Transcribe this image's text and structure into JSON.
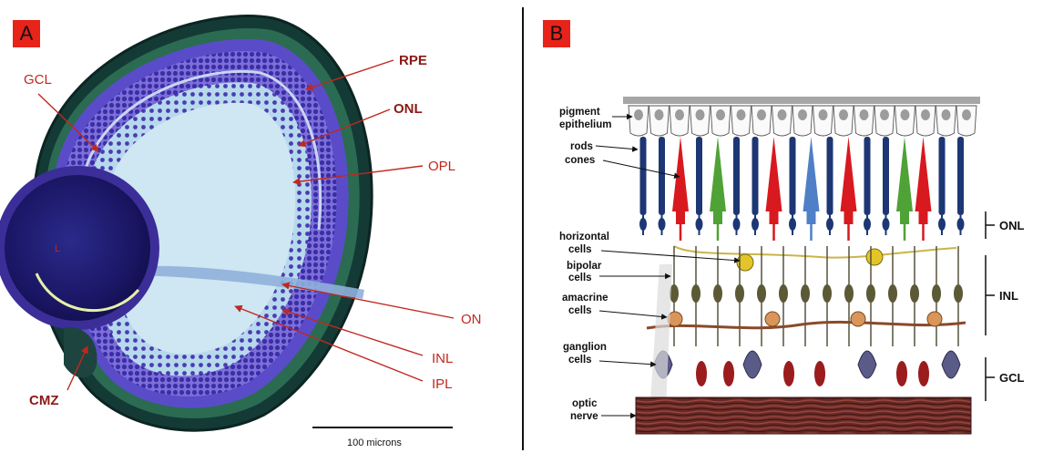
{
  "panels": {
    "a": {
      "tag": "A",
      "labels": {
        "rpe": "RPE",
        "gcl": "GCL",
        "onl": "ONL",
        "opl": "OPL",
        "lens": "L",
        "on": "ON",
        "inl": "INL",
        "ipl": "IPL",
        "cmz": "CMZ"
      },
      "scale_bar": "100 microns",
      "colors": {
        "label": "#c0281e",
        "dark_label": "#8b1a16"
      }
    },
    "b": {
      "tag": "B",
      "labels": {
        "pigment1": "pigment",
        "pigment2": "epithelium",
        "rods": "rods",
        "cones": "cones",
        "horizontal1": "horizontal",
        "horizontal2": "cells",
        "bipolar1": "bipolar",
        "bipolar2": "cells",
        "amacrine1": "amacrine",
        "amacrine2": "cells",
        "ganglion1": "ganglion",
        "ganglion2": "cells",
        "optic1": "optic",
        "optic2": "nerve",
        "onl": "ONL",
        "inl": "INL",
        "gcl": "GCL"
      },
      "cone_colors": {
        "red": "#d8191f",
        "green": "#4fa236",
        "blue": "#4f7fc7",
        "rod": "#1d3774"
      }
    }
  }
}
